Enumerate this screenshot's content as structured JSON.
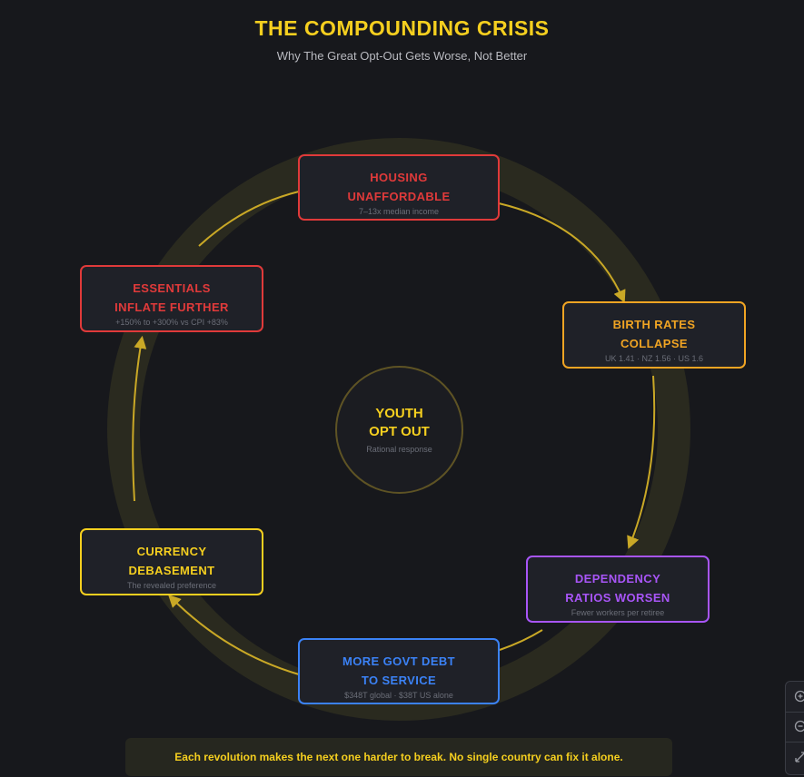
{
  "header": {
    "title": "THE COMPOUNDING CRISIS",
    "subtitle": "Why The Great Opt-Out Gets Worse, Not Better"
  },
  "center": {
    "line1": "YOUTH",
    "line2": "OPT OUT",
    "sub": "Rational response",
    "color": "#f5cf1f"
  },
  "nodes": {
    "housing": {
      "line1": "HOUSING",
      "line2": "UNAFFORDABLE",
      "sub": "7–13x median income",
      "color": "#e03a3a"
    },
    "birth": {
      "line1": "BIRTH RATES",
      "line2": "COLLAPSE",
      "sub": "UK 1.41 · NZ 1.56 · US 1.6",
      "color": "#f0a423"
    },
    "dependency": {
      "line1": "DEPENDENCY",
      "line2": "RATIOS WORSEN",
      "sub": "Fewer workers per retiree",
      "color": "#a855f7"
    },
    "debt": {
      "line1": "MORE GOVT DEBT",
      "line2": "TO SERVICE",
      "sub": "$348T global · $38T US alone",
      "color": "#3b82f6"
    },
    "currency": {
      "line1": "CURRENCY",
      "line2": "DEBASEMENT",
      "sub": "The revealed preference",
      "color": "#f5cf1f"
    },
    "essentials": {
      "line1": "ESSENTIALS",
      "line2": "INFLATE FURTHER",
      "sub": "+150% to +300% vs CPI +83%",
      "color": "#e03a3a"
    }
  },
  "footer": {
    "text": "Each revolution makes the next one harder to break. No single country can fix it alone."
  },
  "controls": {
    "zoom_in_icon": "zoom-in-icon",
    "zoom_out_icon": "zoom-out-icon",
    "fit_icon": "fit-view-icon"
  },
  "colors": {
    "background": "#17181c",
    "ring": "#2a2a1f",
    "arrow": "#c9a826"
  }
}
